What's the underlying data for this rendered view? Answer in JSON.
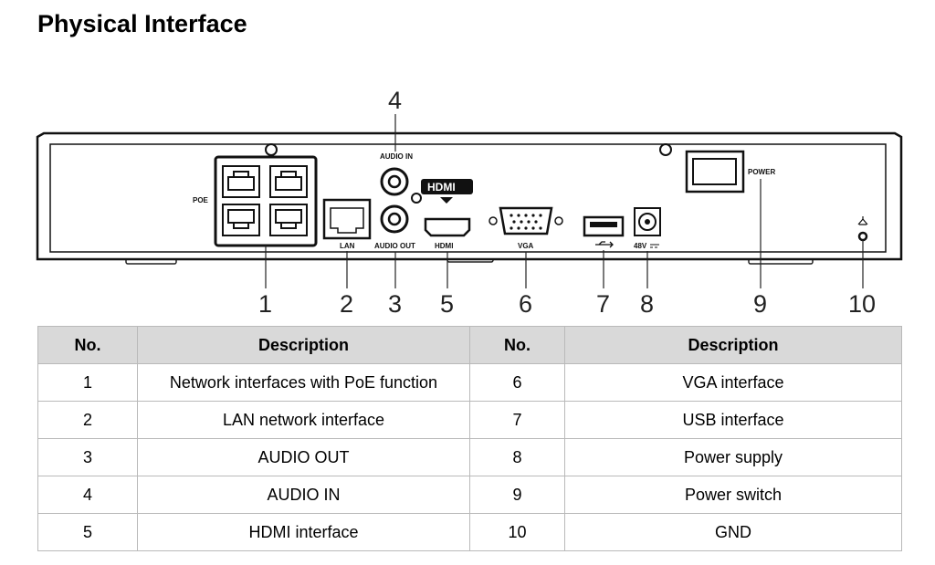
{
  "page": {
    "title": "Physical Interface"
  },
  "diagram": {
    "callouts": [
      "1",
      "2",
      "3",
      "4",
      "5",
      "6",
      "7",
      "8",
      "9",
      "10"
    ],
    "panel_labels": {
      "poe": "POE",
      "lan": "LAN",
      "audio_in": "AUDIO IN",
      "audio_out": "AUDIO OUT",
      "hdmi_logo": "HDMI",
      "hdmi_port": "HDMI",
      "vga": "VGA",
      "power_in": "48V",
      "power": "POWER"
    }
  },
  "table": {
    "headers": [
      "No.",
      "Description",
      "No.",
      "Description"
    ],
    "rows": [
      {
        "no_left": "1",
        "desc_left": "Network interfaces with PoE function",
        "no_right": "6",
        "desc_right": "VGA interface"
      },
      {
        "no_left": "2",
        "desc_left": "LAN network interface",
        "no_right": "7",
        "desc_right": "USB interface"
      },
      {
        "no_left": "3",
        "desc_left": "AUDIO OUT",
        "no_right": "8",
        "desc_right": "Power supply"
      },
      {
        "no_left": "4",
        "desc_left": "AUDIO IN",
        "no_right": "9",
        "desc_right": "Power switch"
      },
      {
        "no_left": "5",
        "desc_left": "HDMI interface",
        "no_right": "10",
        "desc_right": "GND"
      }
    ]
  }
}
